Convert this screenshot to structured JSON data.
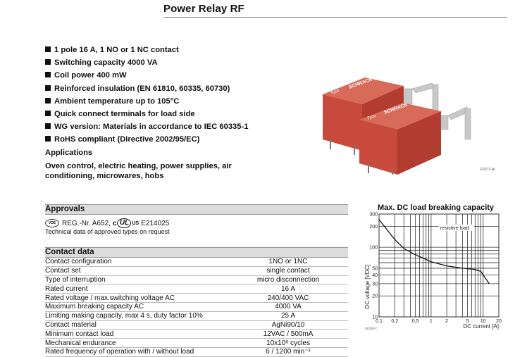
{
  "header": {
    "title": "Power Relay RF"
  },
  "features": [
    "1 pole 16 A, 1 NO or 1 NC contact",
    "Switching capacity 4000 VA",
    "Coil power 400 mW",
    "Reinforced insulation (EN 61810, 60335, 60730)",
    "Ambient temperature up to 105°C",
    "Quick connect terminals for load side",
    "WG version: Materials in accordance to IEC 60335-1",
    "RoHS compliant (Directive 2002/95/EC)"
  ],
  "applications": {
    "heading": "Applications",
    "text": "Oven control, electric heating, power supplies, air conditioning, microwares, hobs"
  },
  "photo": {
    "code": "F0273-AI",
    "brand_left": "Tyco",
    "brand_right": "SCHRACK",
    "colors": {
      "body": "#c84a3c",
      "top": "#d86a5a",
      "terminal": "#c8c8c8"
    }
  },
  "approvals": {
    "heading": "Approvals",
    "vde_logo": "VDE",
    "reg": "REG.-Nr. A652,",
    "ul_c": "c",
    "ul_logo": "UL",
    "ul_us": "US",
    "ul_file": "E214025",
    "note": "Technical data of approved types on request"
  },
  "contact": {
    "heading": "Contact data",
    "rows": [
      {
        "label": "Contact configuration",
        "value": "1NO or 1NC"
      },
      {
        "label": "Contact set",
        "value": "single contact"
      },
      {
        "label": "Type of interruption",
        "value": "micro disconnection"
      },
      {
        "label": "Rated current",
        "value": "16 A"
      },
      {
        "label": "Rated voltage / max.switching voltage AC",
        "value": "240/400 VAC"
      },
      {
        "label": "Maximum breaking capacity AC",
        "value": "4000 VA"
      },
      {
        "label": "Limiting making capacity, max 4 s, duty factor 10%",
        "value": "25 A"
      },
      {
        "label": "Contact material",
        "value": "AgNi90/10"
      },
      {
        "label": "Minimum contact load",
        "value": "12VAC / 500mA"
      },
      {
        "label": "Mechanical endurance",
        "value": "10x10⁶ cycles"
      },
      {
        "label": "Rated frequency of operation with / without load",
        "value": "6 / 1200 min⁻¹"
      }
    ]
  },
  "chart_data": {
    "type": "line",
    "title": "Max. DC load breaking capacity",
    "xlabel": "DC current [A]",
    "ylabel": "DC voltage [VDC]",
    "code": "S0330-C",
    "x_scale": "log",
    "y_scale": "log",
    "xlim": [
      0.1,
      20
    ],
    "ylim": [
      10,
      300
    ],
    "grid": true,
    "x_ticks": [
      {
        "value": 0.1,
        "label": "0,1"
      },
      {
        "value": 0.2,
        "label": "0,2"
      },
      {
        "value": 0.5,
        "label": "0,5"
      },
      {
        "value": 1,
        "label": "1"
      },
      {
        "value": 2,
        "label": "2"
      },
      {
        "value": 5,
        "label": "5"
      },
      {
        "value": 10,
        "label": "10"
      },
      {
        "value": 20,
        "label": "20"
      }
    ],
    "y_ticks": [
      {
        "value": 10,
        "label": "10"
      },
      {
        "value": 20,
        "label": "20"
      },
      {
        "value": 30,
        "label": "30"
      },
      {
        "value": 40,
        "label": "40"
      },
      {
        "value": 50,
        "label": "50"
      },
      {
        "value": 100,
        "label": "100"
      },
      {
        "value": 200,
        "label": "200"
      },
      {
        "value": 300,
        "label": "300"
      }
    ],
    "series": [
      {
        "name": "resistive load",
        "x": [
          0.1,
          0.15,
          0.2,
          0.3,
          0.5,
          0.7,
          1,
          2,
          4,
          7,
          9,
          13
        ],
        "y": [
          250,
          170,
          130,
          96,
          78,
          70,
          62,
          54,
          50,
          48,
          45,
          30
        ]
      }
    ]
  }
}
